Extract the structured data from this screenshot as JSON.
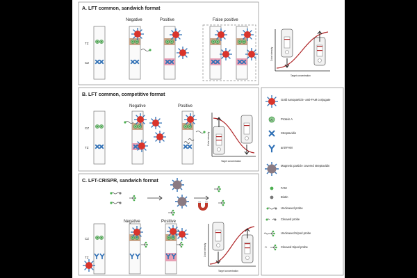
{
  "panels": {
    "a": {
      "title": "A.   LFT common, sandwich format",
      "negative": "Negative",
      "positive": "Positive",
      "false_positive": "False positive",
      "tz": "TZ",
      "cz": "CZ",
      "chart_y": "Color intensity",
      "chart_x": "Target concentration"
    },
    "b": {
      "title": "B. LFT common, competitive format",
      "negative": "Negative",
      "positive": "Positive",
      "cz": "CZ",
      "tz": "TZ",
      "chart_y": "Color intensity",
      "chart_x": "Target concentration"
    },
    "c": {
      "title": "C. LFT-CRISPR, sandwich format",
      "negative": "Negative",
      "positive": "Positive",
      "cz": "CZ",
      "tz": "TZ",
      "chart_y": "Color intensity",
      "chart_x": "Target concentration"
    }
  },
  "legend": {
    "gold": "Gold nanoparticle -anti-FAM conjugate",
    "protein_a": "Protein A",
    "streptavidin": "Streptavidin",
    "anti_fam": "anti-FAM",
    "magnetic": "Magnetic particle covered streptavidin",
    "fam": "FAM",
    "biotin": "Biotin",
    "uncleaved": "Uncleaved probe",
    "cleaved": "Cleaved probe",
    "uncleaved_tripod": "Uncleaved tripod probe",
    "cleaved_tripod": "Cleaved tripod probe"
  },
  "colors": {
    "gold_particle": "#d9342b",
    "spike_blue": "#2e6fb5",
    "protein_green": "#4caf50",
    "test_zone_pink": "#e8a0b4",
    "control_zone_brown": "#c9a58a",
    "curve_red": "#b0282a",
    "magnet_red": "#c0392b"
  }
}
